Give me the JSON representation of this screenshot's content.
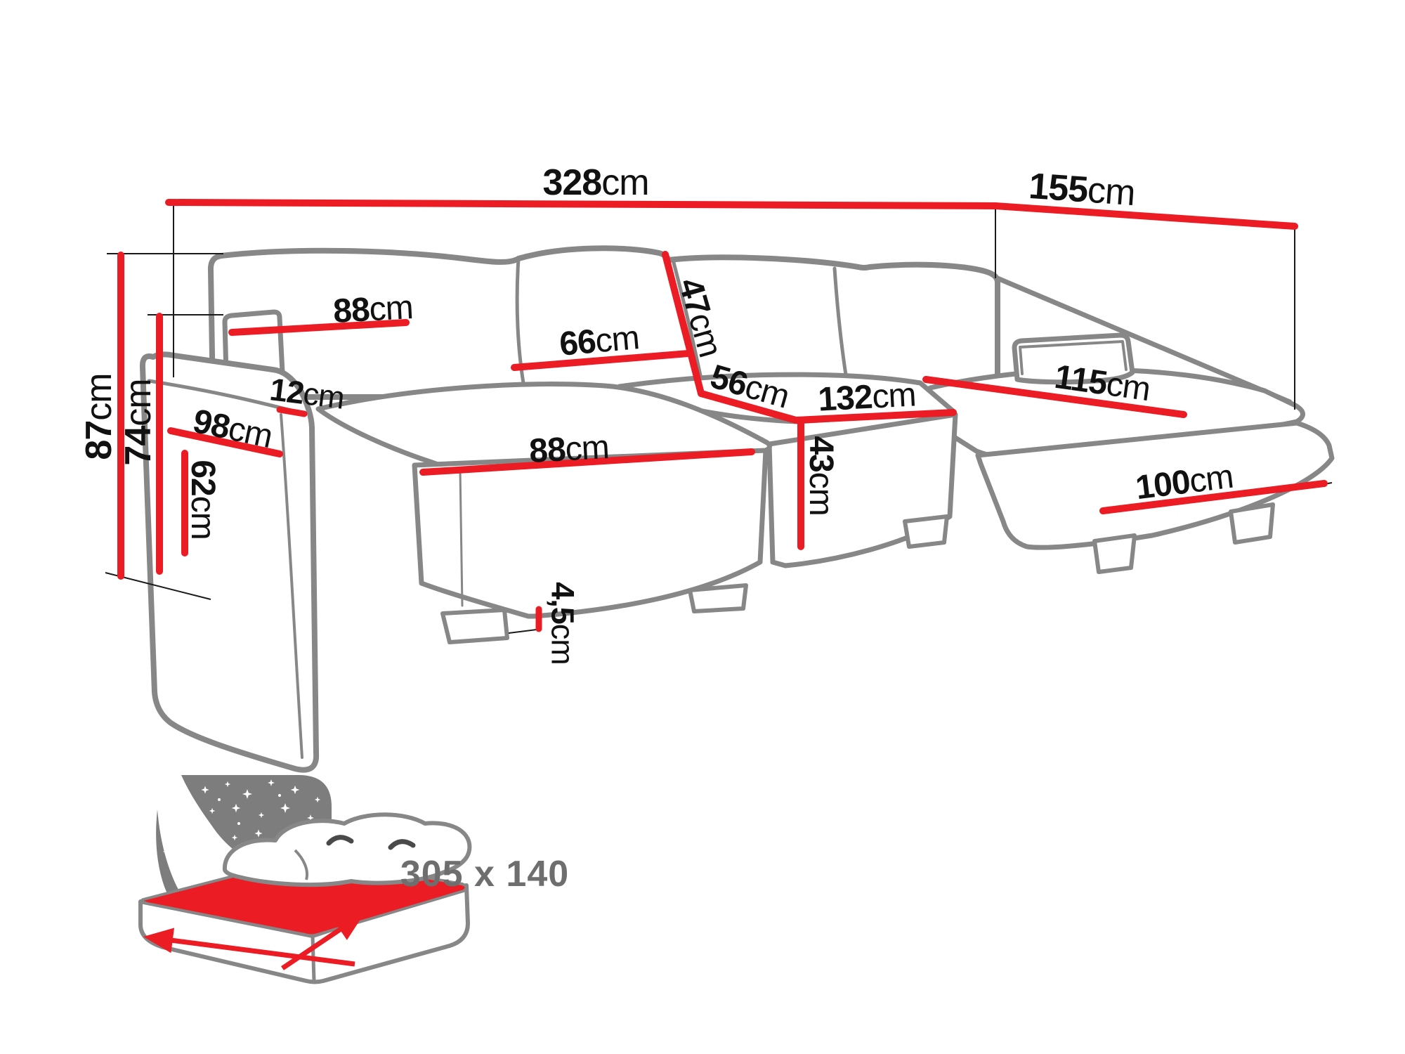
{
  "diagram": {
    "product": "corner-sofa-dimension-diagram",
    "unit": "cm",
    "dims": [
      {
        "name": "total-width",
        "value": "328",
        "unit": "cm"
      },
      {
        "name": "total-depth",
        "value": "155",
        "unit": "cm"
      },
      {
        "name": "total-height",
        "value": "87",
        "unit": "cm"
      },
      {
        "name": "backrest-height",
        "value": "74",
        "unit": "cm"
      },
      {
        "name": "back-cushion-width",
        "value": "88",
        "unit": "cm"
      },
      {
        "name": "middle-back-cushion-width",
        "value": "66",
        "unit": "cm"
      },
      {
        "name": "back-cushion-height",
        "value": "47",
        "unit": "cm"
      },
      {
        "name": "corner-seat-depth",
        "value": "56",
        "unit": "cm"
      },
      {
        "name": "middle-seat-width",
        "value": "132",
        "unit": "cm"
      },
      {
        "name": "seat-height",
        "value": "43",
        "unit": "cm"
      },
      {
        "name": "right-chaise-length",
        "value": "115",
        "unit": "cm"
      },
      {
        "name": "right-chaise-width",
        "value": "100",
        "unit": "cm"
      },
      {
        "name": "armrest-top-width",
        "value": "12",
        "unit": "cm"
      },
      {
        "name": "chaise-depth",
        "value": "98",
        "unit": "cm"
      },
      {
        "name": "armrest-height",
        "value": "62",
        "unit": "cm"
      },
      {
        "name": "left-chaise-width",
        "value": "88",
        "unit": "cm"
      },
      {
        "name": "leg-height",
        "value": "4,5",
        "unit": "cm"
      }
    ],
    "sleeping_area": {
      "label": "305 x 140"
    }
  },
  "colors": {
    "dimension_red": "#ec1c24",
    "outline_gray": "#878787",
    "label_black": "#111111",
    "sleeping_text_gray": "#6e6e6e",
    "background": "#ffffff"
  }
}
